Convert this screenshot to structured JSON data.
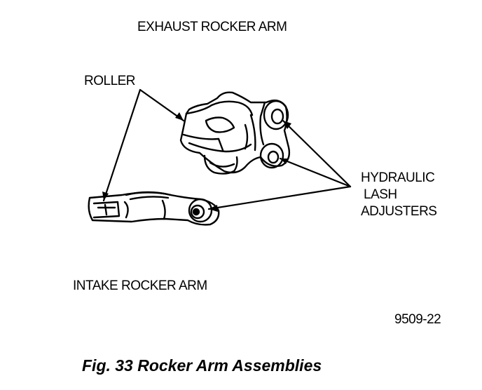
{
  "labels": {
    "exhaust": "EXHAUST ROCKER ARM",
    "roller": "ROLLER",
    "hydraulic_line1": "HYDRAULIC",
    "hydraulic_line2": "LASH",
    "hydraulic_line3": "ADJUSTERS",
    "intake": "INTAKE ROCKER ARM",
    "figure_code": "9509-22"
  },
  "caption": "Fig. 33 Rocker Arm Assemblies",
  "colors": {
    "ink": "#000000",
    "paper": "#ffffff"
  }
}
